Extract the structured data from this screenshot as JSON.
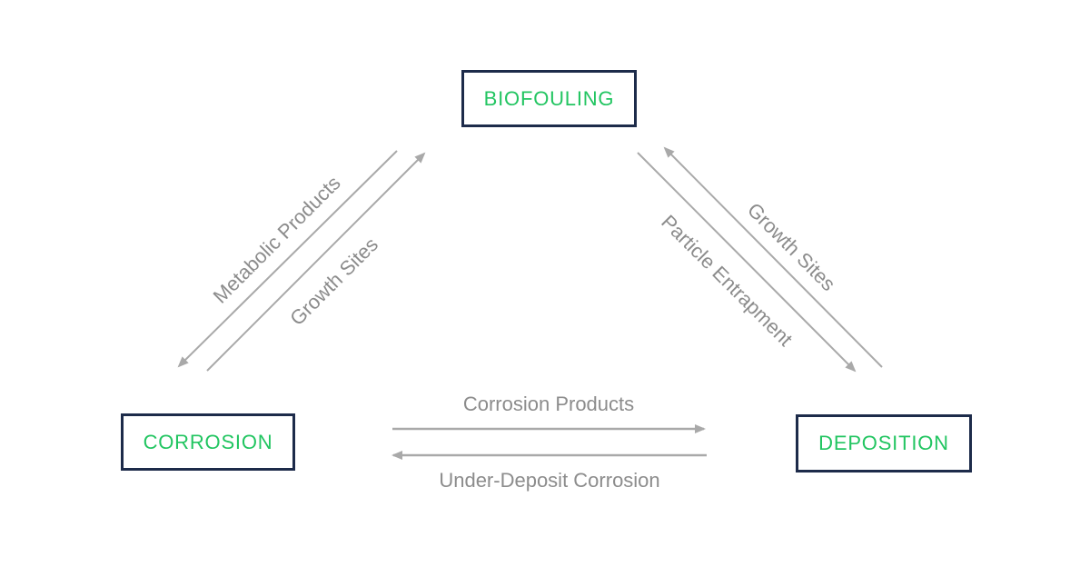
{
  "diagram": {
    "type": "triangular relationship diagram",
    "nodes": {
      "biofouling": {
        "label": "BIOFOULING"
      },
      "corrosion": {
        "label": "CORROSION"
      },
      "deposition": {
        "label": "DEPOSITION"
      }
    },
    "edges": [
      {
        "from": "BIOFOULING",
        "to": "CORROSION",
        "label": "Metabolic Products"
      },
      {
        "from": "CORROSION",
        "to": "BIOFOULING",
        "label": "Growth Sites"
      },
      {
        "from": "DEPOSITION",
        "to": "BIOFOULING",
        "label": "Growth Sites"
      },
      {
        "from": "BIOFOULING",
        "to": "DEPOSITION",
        "label": "Particle Entrapment"
      },
      {
        "from": "CORROSION",
        "to": "DEPOSITION",
        "label": "Corrosion Products"
      },
      {
        "from": "DEPOSITION",
        "to": "CORROSION",
        "label": "Under-Deposit Corrosion"
      }
    ],
    "colors": {
      "background": "#ffffff",
      "node_border": "#1d2b4a",
      "node_text": "#22c561",
      "arrow": "#a9a9a9",
      "edge_label": "#8c8c8c"
    }
  }
}
